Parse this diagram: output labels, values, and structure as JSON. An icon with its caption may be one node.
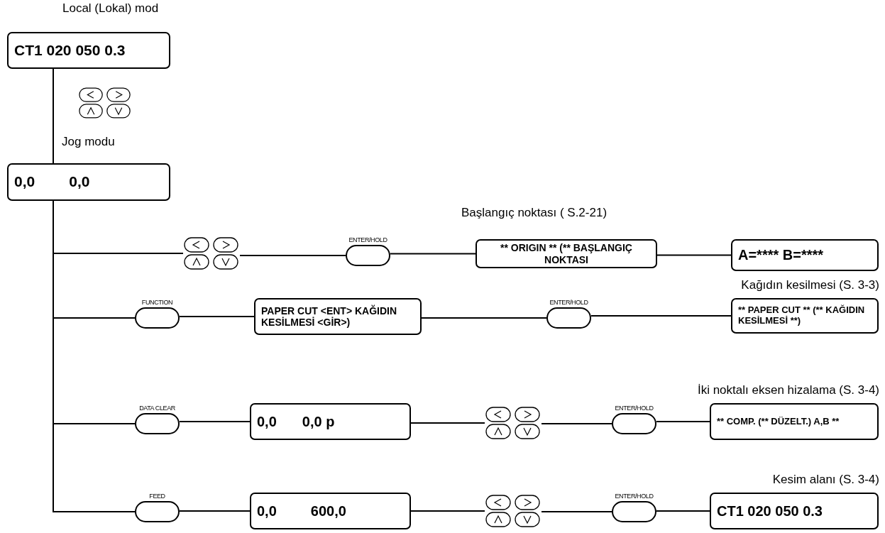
{
  "diagram": {
    "nodes": [
      {
        "text": [
          "CT1 020 050 0.3"
        ],
        "beside": [
          "Local (Lokal) mod"
        ]
      },
      {
        "text": [
          "0,0",
          "0,0"
        ],
        "beside": [
          "Jog modu"
        ]
      },
      {
        "text": [],
        "shape": "picture"
      },
      {
        "text": [
          "ENTER/HOLD"
        ]
      },
      {
        "text": [
          "** ORIGIN ** (** BAŞLANGIÇ NOKTASI"
        ],
        "beside": [
          "Başlangıç noktası ( S.2-21)"
        ]
      },
      {
        "text": [
          "A=**** B=****"
        ]
      },
      {
        "text": [
          "FUNCTION"
        ]
      },
      {
        "text": [
          "PAPER CUT <ENT> KAĞIDIN KESİLMESİ <GİR>)"
        ]
      },
      {
        "text": [
          "ENTER/HOLD"
        ]
      },
      {
        "text": [
          "** PAPER CUT ** (** KAĞIDIN KESİLMESİ **)"
        ],
        "beside": [
          "Kağıdın kesilmesi (S. 3-3)"
        ]
      },
      {
        "text": [
          "DATA CLEAR"
        ]
      },
      {
        "text": [
          "0,0",
          "0,0 p"
        ]
      },
      {
        "text": [],
        "shape": "picture"
      },
      {
        "text": [
          "ENTER/HOLD"
        ]
      },
      {
        "text": [
          "** COMP. (** DÜZELT.) A,B **"
        ],
        "beside": [
          "İki noktalı eksen hizalama (S. 3-4)"
        ]
      },
      {
        "text": [
          "FEED"
        ]
      },
      {
        "text": [
          "0,0",
          "600,0"
        ]
      },
      {
        "text": [],
        "shape": "picture"
      },
      {
        "text": [
          "ENTER/HOLD"
        ]
      },
      {
        "text": [
          "CT1 020 050 0.3"
        ],
        "beside": [
          "Kesim alanı (S. 3-4)"
        ]
      }
    ],
    "edges": [
      {
        "from": 0,
        "to": 1,
        "arrow": "none"
      },
      {
        "from": 1,
        "to": 2,
        "arrow": "none"
      },
      {
        "from": 2,
        "to": 3,
        "arrow": "none"
      },
      {
        "from": 3,
        "to": 4,
        "arrow": "none"
      },
      {
        "from": 4,
        "to": 5,
        "arrow": "none"
      },
      {
        "from": 1,
        "to": 6,
        "arrow": "none"
      },
      {
        "from": 6,
        "to": 7,
        "arrow": "none"
      },
      {
        "from": 7,
        "to": 8,
        "arrow": "none"
      },
      {
        "from": 8,
        "to": 9,
        "arrow": "none"
      },
      {
        "from": 1,
        "to": 10,
        "arrow": "none"
      },
      {
        "from": 10,
        "to": 11,
        "arrow": "none"
      },
      {
        "from": 11,
        "to": 12,
        "arrow": "none"
      },
      {
        "from": 12,
        "to": 13,
        "arrow": "none"
      },
      {
        "from": 13,
        "to": 14,
        "arrow": "none"
      },
      {
        "from": 1,
        "to": 15,
        "arrow": "none"
      },
      {
        "from": 15,
        "to": 16,
        "arrow": "none"
      },
      {
        "from": 16,
        "to": 17,
        "arrow": "none"
      },
      {
        "from": 17,
        "to": 18,
        "arrow": "none"
      },
      {
        "from": 18,
        "to": 19,
        "arrow": "none"
      }
    ]
  }
}
